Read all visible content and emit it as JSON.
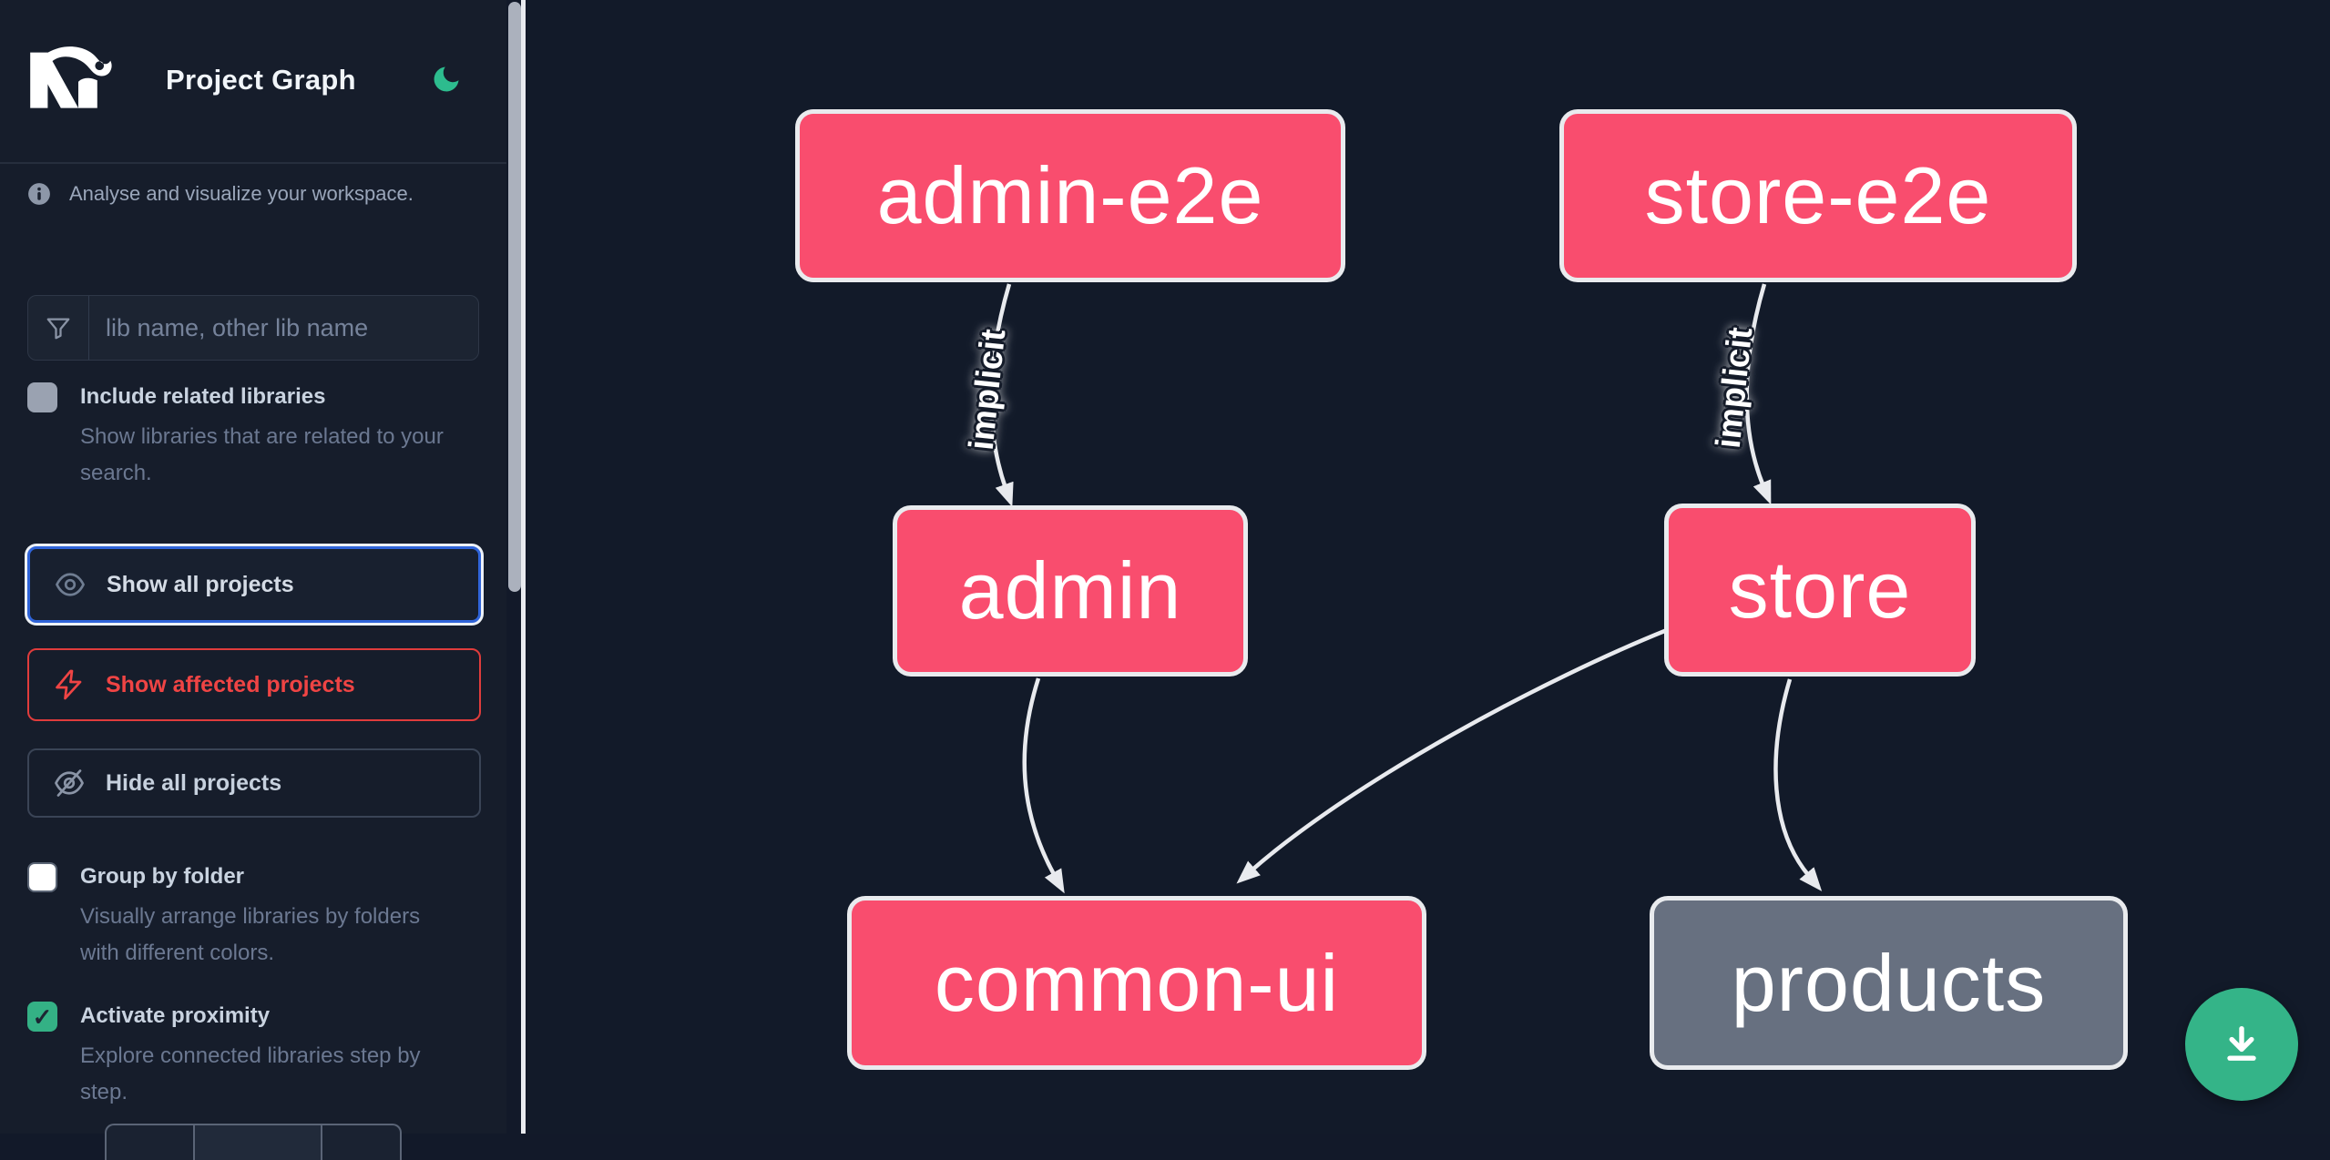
{
  "header": {
    "title": "Project Graph",
    "logo_icon": "nx-logo",
    "theme_icon": "moon-icon"
  },
  "sidebar": {
    "tagline": "Analyse and visualize your workspace.",
    "search": {
      "placeholder": "lib name, other lib name",
      "value": "",
      "icon": "filter-funnel-icon"
    },
    "include_related": {
      "label": "Include related libraries",
      "description": "Show libraries that are related to your search.",
      "checked": false
    },
    "buttons": {
      "show_all": "Show all projects",
      "show_affected": "Show affected projects",
      "hide_all": "Hide all projects"
    },
    "group_by_folder": {
      "label": "Group by folder",
      "description": "Visually arrange libraries by folders with different colors.",
      "checked": false
    },
    "activate_proximity": {
      "label": "Activate proximity",
      "description": "Explore connected libraries step by step.",
      "checked": true
    }
  },
  "graph": {
    "nodes": [
      {
        "label": "admin-e2e",
        "fill": "pink"
      },
      {
        "label": "store-e2e",
        "fill": "pink"
      },
      {
        "label": "admin",
        "fill": "pink"
      },
      {
        "label": "store",
        "fill": "pink"
      },
      {
        "label": "common-ui",
        "fill": "pink"
      },
      {
        "label": "products",
        "fill": "gray"
      }
    ],
    "edges": [
      {
        "from": "admin-e2e",
        "to": "admin",
        "label": "implicit"
      },
      {
        "from": "store-e2e",
        "to": "store",
        "label": "implicit"
      },
      {
        "from": "admin",
        "to": "common-ui",
        "label": ""
      },
      {
        "from": "store",
        "to": "common-ui",
        "label": ""
      },
      {
        "from": "store",
        "to": "products",
        "label": ""
      }
    ]
  },
  "fab": {
    "icon": "download-icon"
  },
  "icons": {
    "check": "✓"
  },
  "colors": {
    "canvas_bg": "#121a29",
    "sidebar_bg": "#161d2b",
    "node_pink": "#f94d6e",
    "node_gray": "#677080",
    "node_border": "#e9ebee",
    "edge": "#e8eaee",
    "focus_blue": "#2f64d9",
    "danger_red": "#ef4444",
    "green": "#34b488"
  }
}
